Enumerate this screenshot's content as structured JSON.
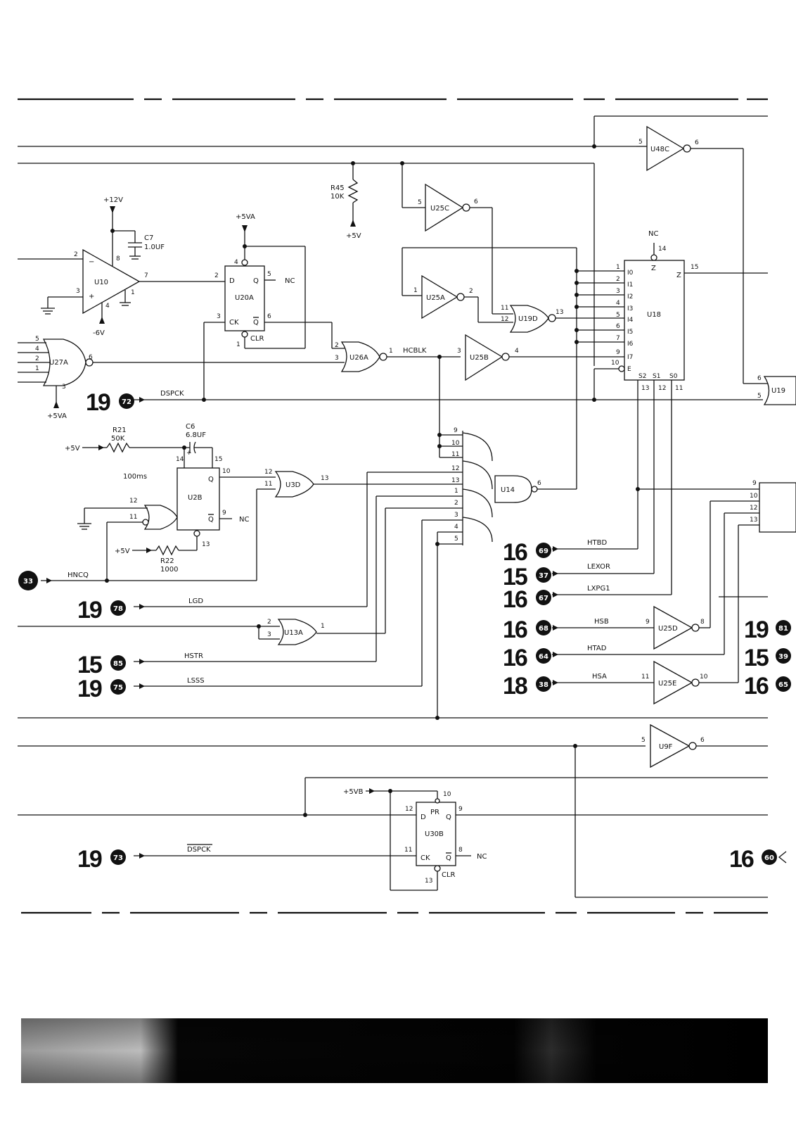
{
  "components": {
    "U10": "U10",
    "U20A": "U20A",
    "U27A": "U27A",
    "U26A": "U26A",
    "U25A": "U25A",
    "U25B": "U25B",
    "U25C": "U25C",
    "U19D": "U19D",
    "U18": "U18",
    "U48C": "U48C",
    "U2B": "U2B",
    "U3D": "U3D",
    "U13A": "U13A",
    "U14": "U14",
    "U25D": "U25D",
    "U25E": "U25E",
    "U9": "U9F",
    "U30B": "U30B",
    "U19": "U19"
  },
  "passives": {
    "r45_name": "R45",
    "r45_val": "10K",
    "r21_name": "R21",
    "r21_val": "50K",
    "r22_name": "R22",
    "r22_val": "1000",
    "c7_name": "C7",
    "c7_val": "1.0UF",
    "c6_name": "C6",
    "c6_val": "6.8UF",
    "delay": "100ms"
  },
  "rails": {
    "p12": "+12V",
    "m6": "-6V",
    "p5va": "+5VA",
    "p5v": "+5V",
    "p5vb": "+5VB"
  },
  "pins": {
    "ff_d": "D",
    "ff_q": "Q",
    "ff_qbar": "Q",
    "ff_ck": "CK",
    "ff_clr": "CLR",
    "ff_pr": "PR",
    "nc": "NC",
    "mux_z": "Z",
    "mux_e": "E",
    "mux_s2": "S2",
    "mux_s1": "S1",
    "mux_s0": "S0",
    "mux_inputs": [
      "I0",
      "I1",
      "I2",
      "I3",
      "I4",
      "I5",
      "I6",
      "I7"
    ],
    "opamp_minus": "−",
    "opamp_plus": "+"
  },
  "signals": {
    "dspck": "DSPCK",
    "dspck_bar": "DSPCK",
    "hcblk": "HCBLK",
    "hncq": "HNCQ",
    "lgd": "LGD",
    "hstr": "HSTR",
    "lsss": "LSSS",
    "htbd": "HTBD",
    "lexor": "LEXOR",
    "lxpg1": "LXPG1",
    "hsb": "HSB",
    "htad": "HTAD",
    "hsa": "HSA"
  },
  "refs": [
    {
      "id": "ref-dspck",
      "sheet": "19",
      "num": "72"
    },
    {
      "id": "ref-hncq",
      "sheet": "",
      "num": "33"
    },
    {
      "id": "ref-lgd",
      "sheet": "19",
      "num": "78"
    },
    {
      "id": "ref-hstr",
      "sheet": "15",
      "num": "85"
    },
    {
      "id": "ref-lsss",
      "sheet": "19",
      "num": "75"
    },
    {
      "id": "ref-dspckbar",
      "sheet": "19",
      "num": "73"
    },
    {
      "id": "ref-htbd",
      "sheet": "16",
      "num": "69"
    },
    {
      "id": "ref-lexor",
      "sheet": "15",
      "num": "37"
    },
    {
      "id": "ref-lxpg1",
      "sheet": "16",
      "num": "67"
    },
    {
      "id": "ref-hsb",
      "sheet": "16",
      "num": "68"
    },
    {
      "id": "ref-htad",
      "sheet": "16",
      "num": "64"
    },
    {
      "id": "ref-hsa",
      "sheet": "18",
      "num": "38"
    },
    {
      "id": "ref-right1",
      "sheet": "19",
      "num": "81"
    },
    {
      "id": "ref-right2",
      "sheet": "15",
      "num": "39"
    },
    {
      "id": "ref-right3",
      "sheet": "16",
      "num": "65"
    },
    {
      "id": "ref-right4",
      "sheet": "16",
      "num": "60"
    }
  ]
}
